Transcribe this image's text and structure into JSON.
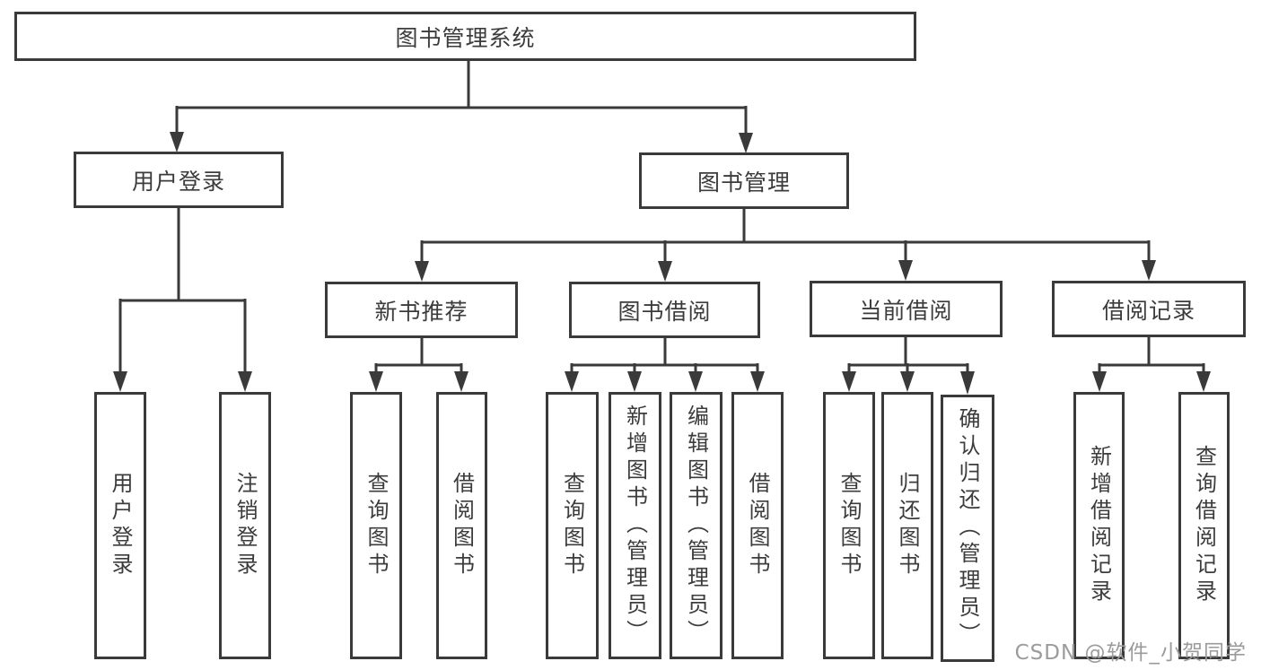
{
  "diagram": {
    "root": {
      "label": "图书管理系统"
    },
    "branches": [
      {
        "label": "用户登录",
        "children": [
          {
            "label": "用户登录"
          },
          {
            "label": "注销登录"
          }
        ]
      },
      {
        "label": "图书管理",
        "children": [
          {
            "label": "新书推荐",
            "children": [
              {
                "label": "查询图书"
              },
              {
                "label": "借阅图书"
              }
            ]
          },
          {
            "label": "图书借阅",
            "children": [
              {
                "label": "查询图书"
              },
              {
                "label": "新增图书（管理员）"
              },
              {
                "label": "编辑图书（管理员）"
              },
              {
                "label": "借阅图书"
              }
            ]
          },
          {
            "label": "当前借阅",
            "children": [
              {
                "label": "查询图书"
              },
              {
                "label": "归还图书"
              },
              {
                "label": "确认归还（管理员）"
              }
            ]
          },
          {
            "label": "借阅记录",
            "children": [
              {
                "label": "新增借阅记录"
              },
              {
                "label": "查询借阅记录"
              }
            ]
          }
        ]
      }
    ]
  },
  "watermark": {
    "text": "CSDN @软件_小贺同学"
  },
  "colors": {
    "line": "#3a3a3a",
    "box_border": "#3a3a3a",
    "text": "#3c3c3c",
    "watermark": "#9b9b9b",
    "background": "#ffffff"
  }
}
